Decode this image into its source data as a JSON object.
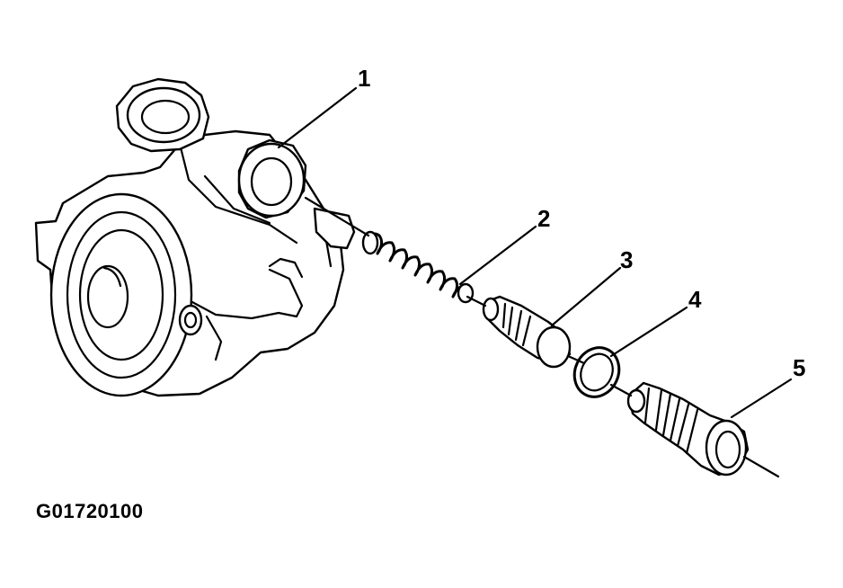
{
  "callouts": [
    "1",
    "2",
    "3",
    "4",
    "5"
  ],
  "figure_code": "G01720100"
}
